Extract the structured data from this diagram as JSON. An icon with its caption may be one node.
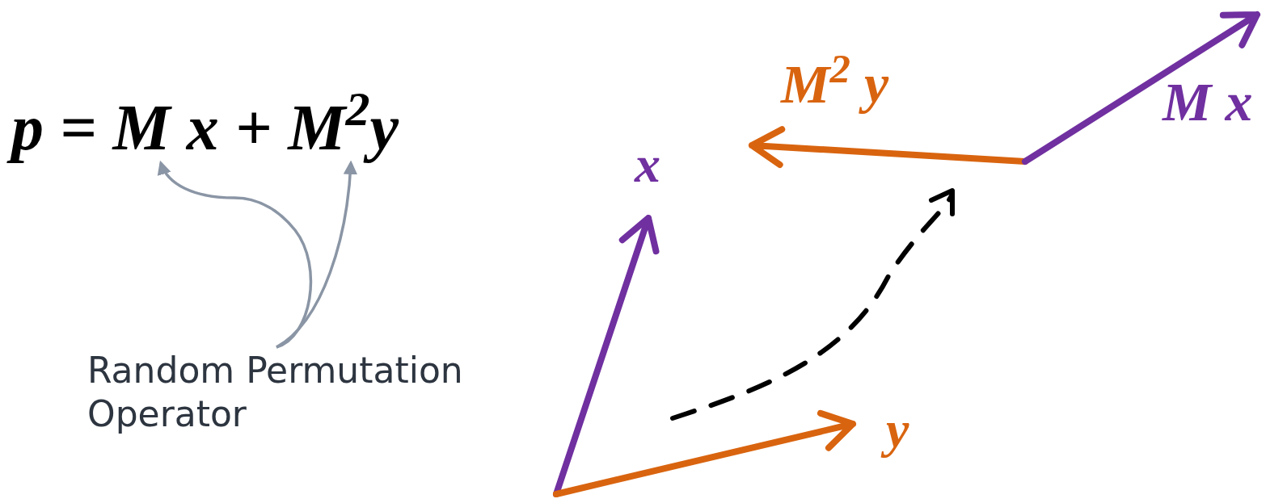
{
  "diagram": {
    "nodes": [
      {
        "text": [
          "Random Permutation Operator"
        ]
      },
      {
        "text": [
          "p = M x + M$^{2}$y"
        ]
      }
    ],
    "edges": [
      {
        "from": 0,
        "to": 1,
        "arrow": "to"
      },
      {
        "from": 0,
        "to": 1,
        "arrow": "to"
      }
    ],
    "labels": [
      "x",
      "y",
      "M$^{2}$ y",
      "M x"
    ]
  }
}
